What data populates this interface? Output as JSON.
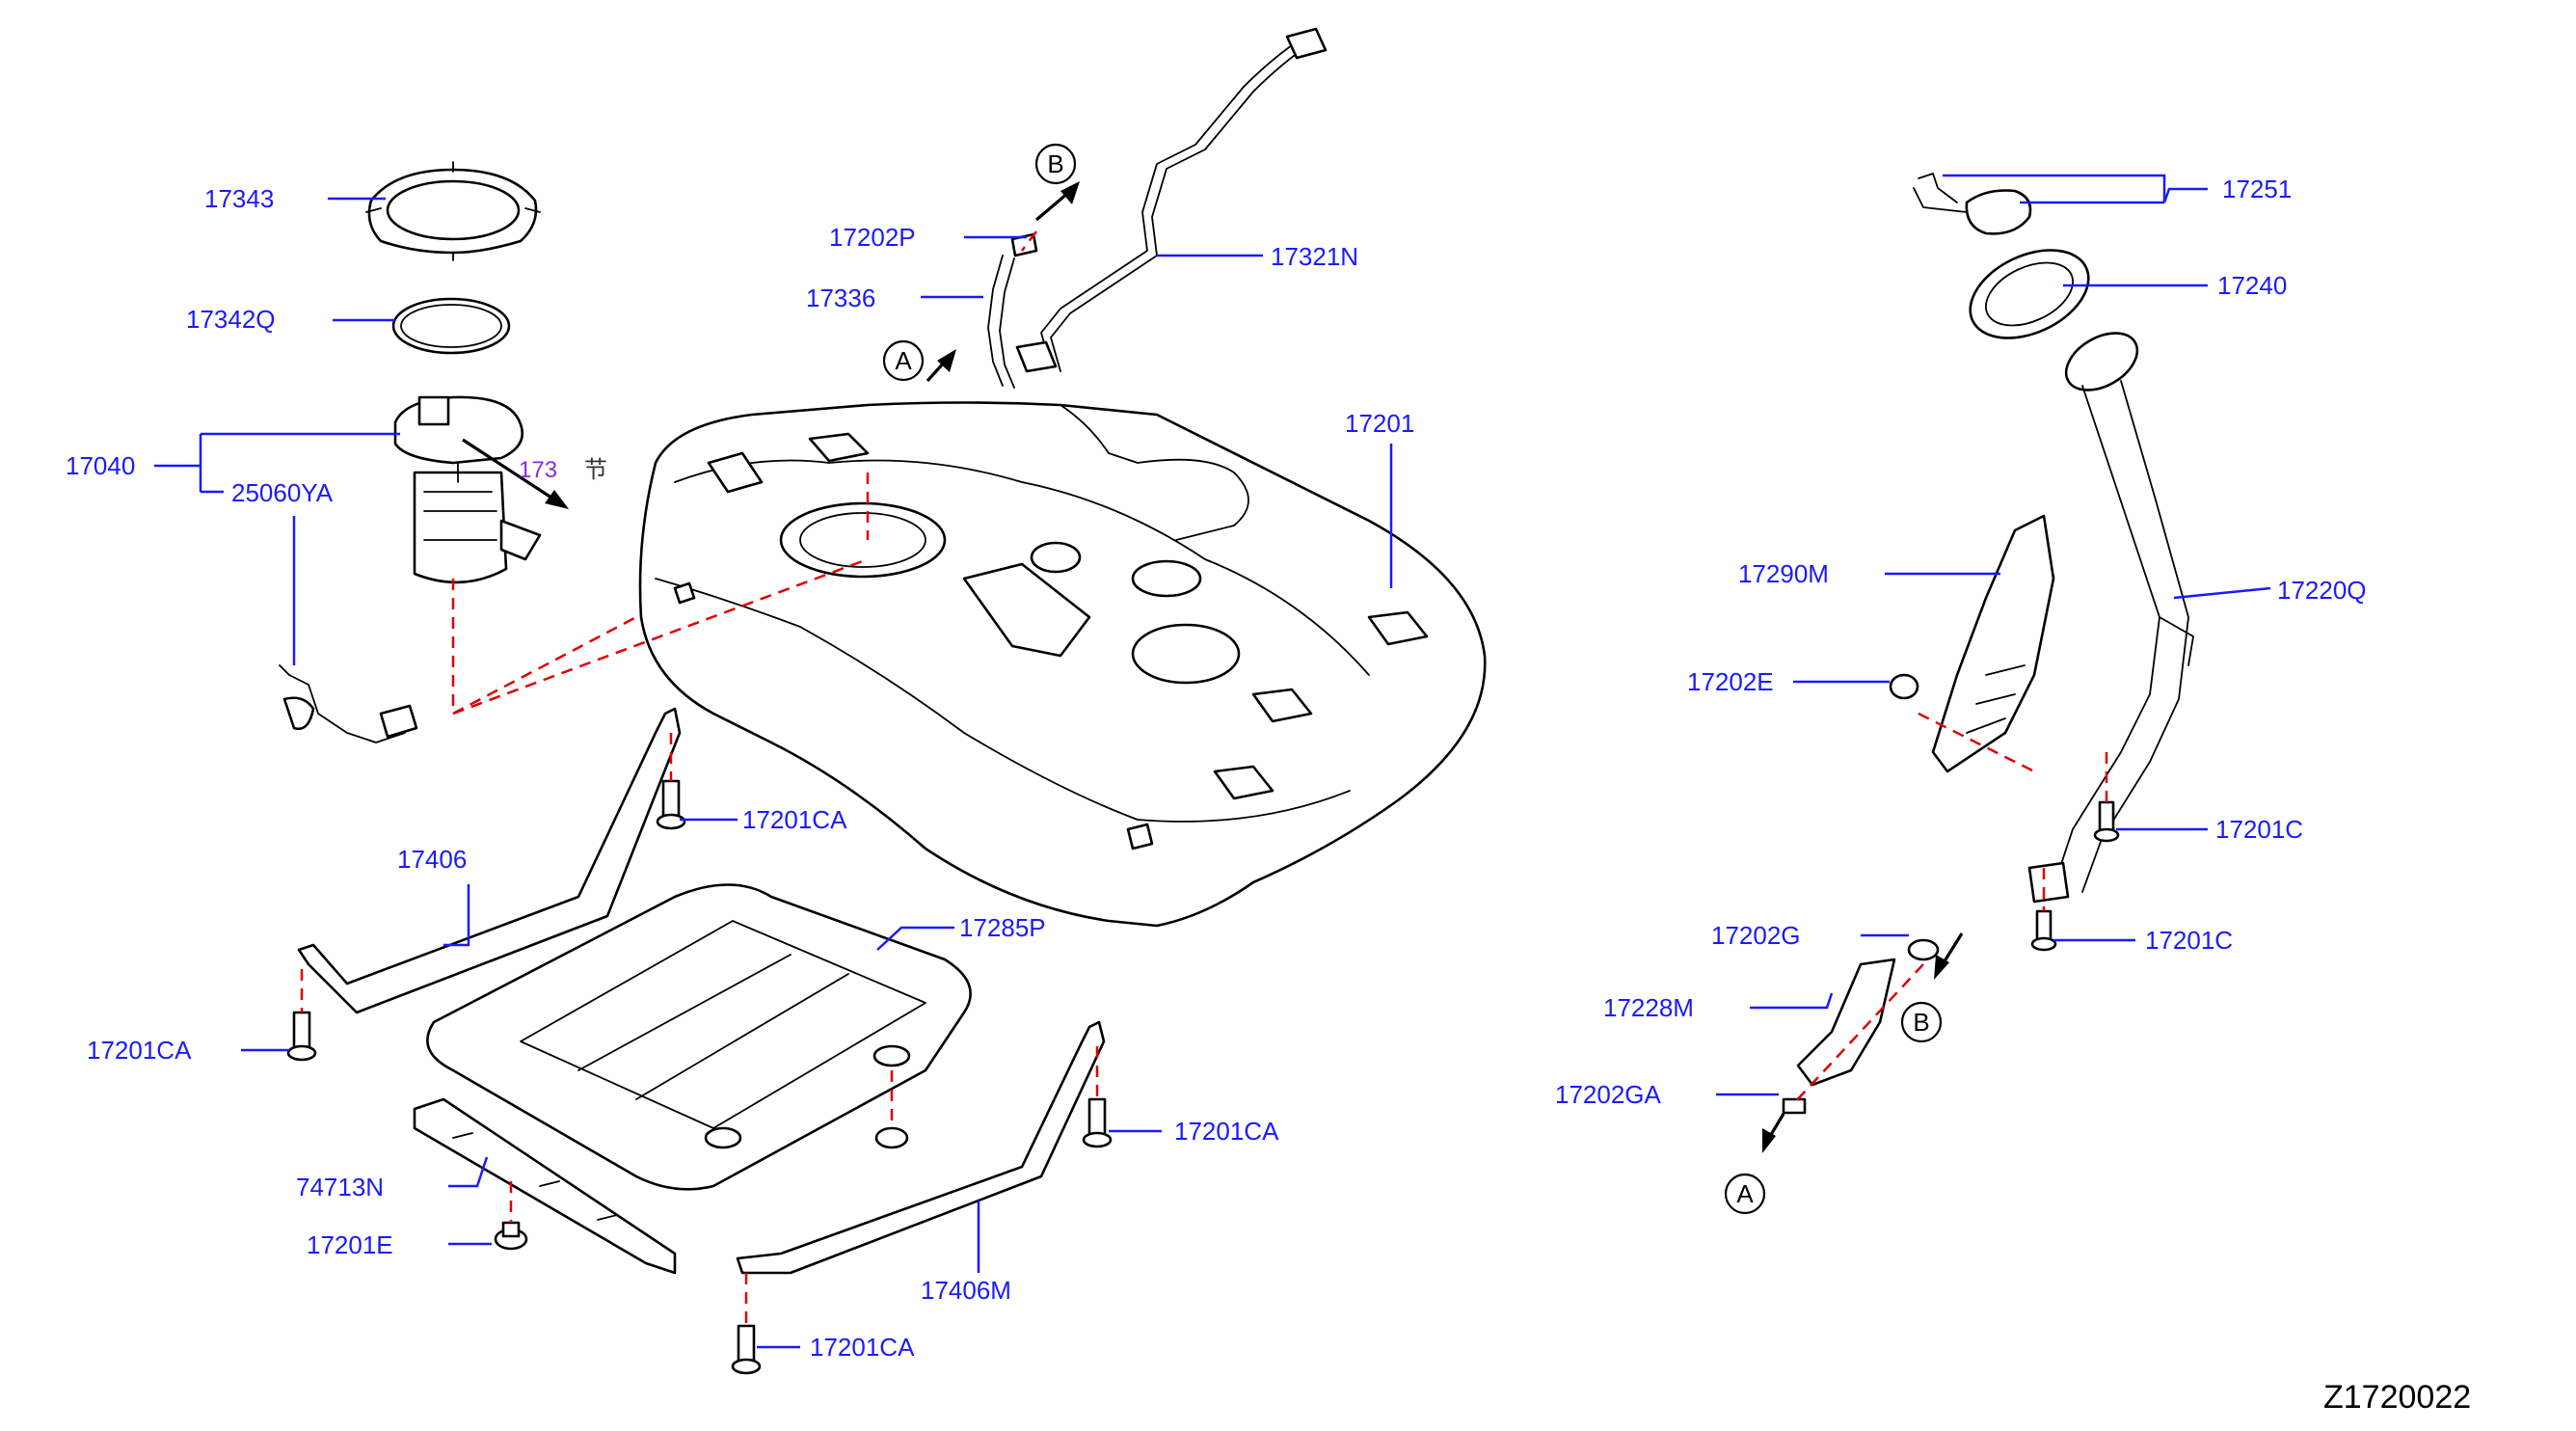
{
  "diagram_code": "Z1720022",
  "callouts": {
    "a_top": "A",
    "b_top": "B",
    "a_bottom": "A",
    "b_bottom": "B"
  },
  "overlay": {
    "number": "173",
    "glyph": "节"
  },
  "parts": {
    "p17343": "17343",
    "p17342q": "17342Q",
    "p17040": "17040",
    "p25060ya": "25060YA",
    "p17202p": "17202P",
    "p17336": "17336",
    "p17321n": "17321N",
    "p17201": "17201",
    "p17201ca_1": "17201CA",
    "p17406": "17406",
    "p17285p": "17285P",
    "p17201ca_2": "17201CA",
    "p17201ca_3": "17201CA",
    "p74713n": "74713N",
    "p17201e": "17201E",
    "p17406m": "17406M",
    "p17201ca_4": "17201CA",
    "p17251": "17251",
    "p17240": "17240",
    "p17290m": "17290M",
    "p17220q": "17220Q",
    "p17202e": "17202E",
    "p17201c_1": "17201C",
    "p17202g": "17202G",
    "p17201c_2": "17201C",
    "p17228m": "17228M",
    "p17202ga": "17202GA"
  }
}
